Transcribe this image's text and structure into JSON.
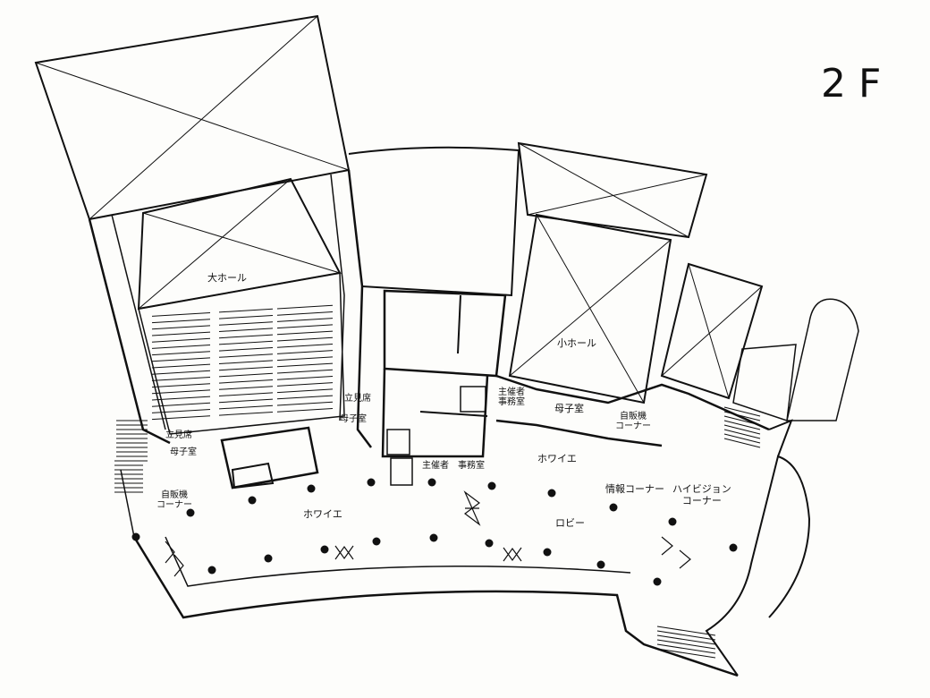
{
  "floor_label": "2F",
  "rooms": {
    "large_hall": "大ホール",
    "small_hall": "小ホール",
    "standing_left": "立見席",
    "standing_right": "立見席",
    "nursing_left": "母子室",
    "nursing_center": "母子室",
    "nursing_right": "母子室",
    "vending_left": "自販機\nコーナー",
    "vending_right": "自販機\nコーナー",
    "foyer_left": "ホワイエ",
    "foyer_right": "ホワイエ",
    "lobby": "ロビー",
    "info_corner": "情報コーナー",
    "hivision_corner": "ハイビジョン\nコーナー",
    "organizer_office_center": "主催者　事務室",
    "organizer_office_right": "主催者\n事務室"
  }
}
